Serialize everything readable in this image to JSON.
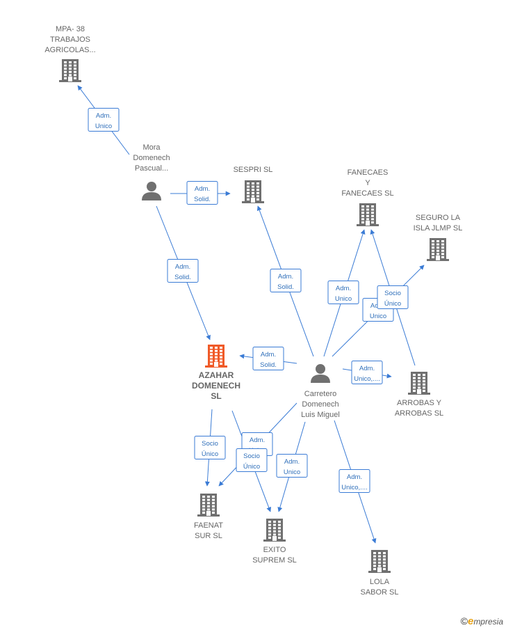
{
  "colors": {
    "edge": "#3a7bd5",
    "node": "#707070",
    "main_node": "#f05a28",
    "label": "#666666"
  },
  "nodes": [
    {
      "id": "mpa",
      "kind": "company",
      "lines": [
        "MPA- 38",
        "TRABAJOS",
        "AGRICOLAS..."
      ],
      "icon": "building-icon"
    },
    {
      "id": "mora",
      "kind": "person",
      "lines": [
        "Mora",
        "Domenech",
        "Pascual..."
      ],
      "icon": "person-icon"
    },
    {
      "id": "sespri",
      "kind": "company",
      "lines": [
        "SESPRI SL"
      ],
      "icon": "building-icon"
    },
    {
      "id": "fanecaes",
      "kind": "company",
      "lines": [
        "FANECAES",
        "Y",
        "FANECAES  SL"
      ],
      "icon": "building-icon"
    },
    {
      "id": "seguro",
      "kind": "company",
      "lines": [
        "SEGURO LA",
        "ISLA JLMP SL"
      ],
      "icon": "building-icon"
    },
    {
      "id": "azahar",
      "kind": "main",
      "lines": [
        "AZAHAR",
        "DOMENECH",
        "SL"
      ],
      "icon": "building-icon"
    },
    {
      "id": "carretero",
      "kind": "person",
      "lines": [
        "Carretero",
        "Domenech",
        "Luis Miguel"
      ],
      "icon": "person-icon"
    },
    {
      "id": "arrobas",
      "kind": "company",
      "lines": [
        "ARROBAS Y",
        "ARROBAS  SL"
      ],
      "icon": "building-icon"
    },
    {
      "id": "faenat",
      "kind": "company",
      "lines": [
        "FAENAT",
        "SUR  SL"
      ],
      "icon": "building-icon"
    },
    {
      "id": "exito",
      "kind": "company",
      "lines": [
        "EXITO",
        "SUPREM  SL"
      ],
      "icon": "building-icon"
    },
    {
      "id": "lola",
      "kind": "company",
      "lines": [
        "LOLA",
        "SABOR SL"
      ],
      "icon": "building-icon"
    }
  ],
  "edges": [
    {
      "from": "mora",
      "to": "mpa",
      "label": [
        "Adm.",
        "Unico"
      ]
    },
    {
      "from": "mora",
      "to": "sespri",
      "label": [
        "Adm.",
        "Solid."
      ]
    },
    {
      "from": "mora",
      "to": "azahar",
      "label": [
        "Adm.",
        "Solid."
      ]
    },
    {
      "from": "carretero",
      "to": "sespri",
      "label": [
        "Adm.",
        "Solid."
      ]
    },
    {
      "from": "carretero",
      "to": "azahar",
      "label": [
        "Adm.",
        "Solid."
      ]
    },
    {
      "from": "carretero",
      "to": "fanecaes",
      "label": [
        "Adm.",
        "Unico"
      ]
    },
    {
      "from": "carretero",
      "to": "seguro",
      "label": [
        "Adm.",
        "Unico"
      ]
    },
    {
      "from": "arrobas",
      "to": "fanecaes",
      "label": [
        "Socio",
        "Único"
      ]
    },
    {
      "from": "carretero",
      "to": "arrobas",
      "label": [
        "Adm.",
        "Unico,...."
      ]
    },
    {
      "from": "azahar",
      "to": "faenat",
      "label": [
        "Socio",
        "Único"
      ]
    },
    {
      "from": "carretero",
      "to": "faenat",
      "label": [
        "Adm.",
        "Unico"
      ]
    },
    {
      "from": "azahar",
      "to": "exito",
      "label": [
        "Socio",
        "Único"
      ]
    },
    {
      "from": "carretero",
      "to": "exito",
      "label": [
        "Adm.",
        "Unico"
      ]
    },
    {
      "from": "carretero",
      "to": "lola",
      "label": [
        "Adm.",
        "Unico,...."
      ]
    }
  ],
  "watermark": {
    "symbol": "©",
    "brand_initial": "e",
    "brand_rest": "mpresia"
  }
}
